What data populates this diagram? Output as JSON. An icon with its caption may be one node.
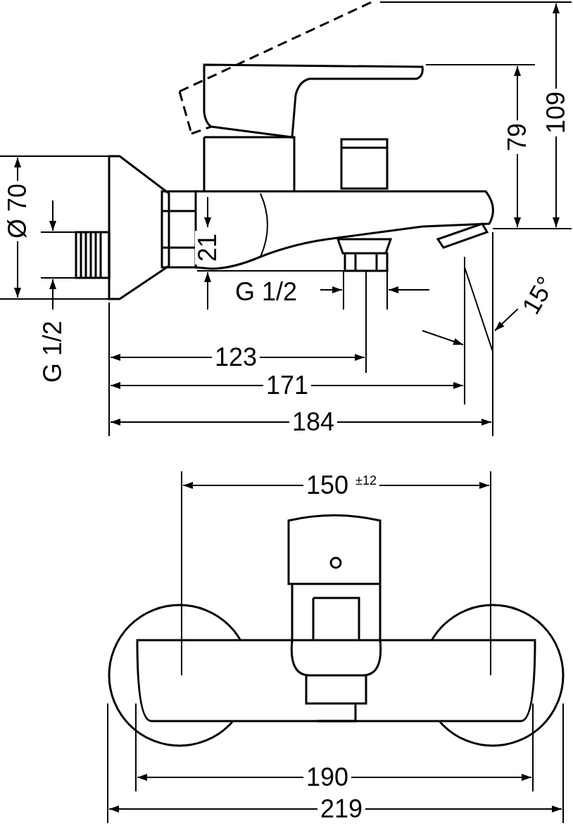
{
  "diagram": {
    "labels": [
      "109",
      "79",
      "Ø 70",
      "21",
      "G 1/2",
      "G 1/2",
      "15°",
      "123",
      "171",
      "184",
      "150 $^{±12}$",
      "190",
      "219"
    ]
  }
}
